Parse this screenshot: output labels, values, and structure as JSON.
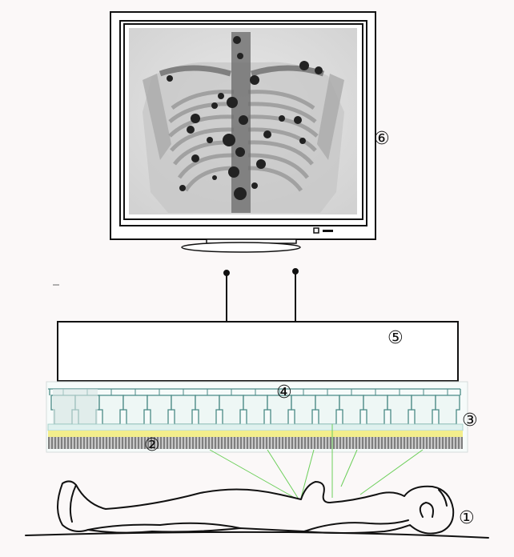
{
  "labels": {
    "patient": "①",
    "collimator": "②",
    "crystal": "③",
    "photomultipliers": "④",
    "electronics": "⑤",
    "monitor": "⑥"
  },
  "colors": {
    "background": "#fbf8f8",
    "line": "#111111",
    "gamma_ray": "#6ccf5a",
    "crystal_yellow": "#f3ee8c",
    "crystal_teal": "#bfe6e0",
    "pm_tube_outline": "#4a8a86",
    "collimator_grey": "#8e8e8e"
  },
  "icons": {
    "patient": "lying-patient-outline",
    "monitor": "crt-monitor-icon",
    "scan": "bone-scan-image"
  }
}
